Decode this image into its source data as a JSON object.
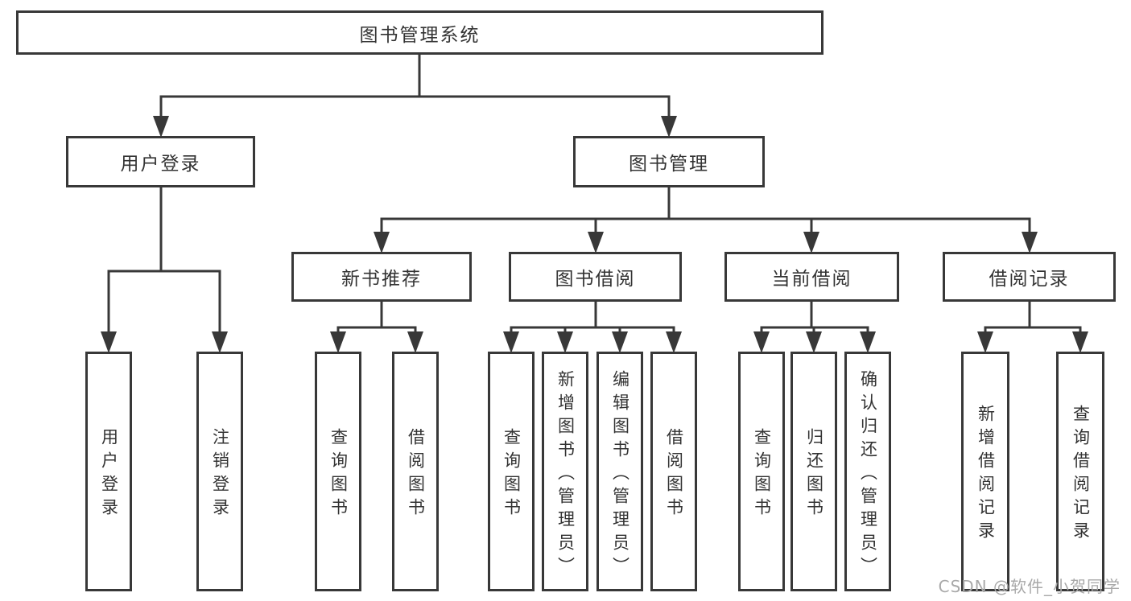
{
  "tree": {
    "root": {
      "label": "图书管理系统",
      "children": [
        {
          "label": "用户登录",
          "children": [
            {
              "label": "用户登录"
            },
            {
              "label": "注销登录"
            }
          ]
        },
        {
          "label": "图书管理",
          "children": [
            {
              "label": "新书推荐",
              "children": [
                {
                  "label": "查询图书"
                },
                {
                  "label": "借阅图书"
                }
              ]
            },
            {
              "label": "图书借阅",
              "children": [
                {
                  "label": "查询图书"
                },
                {
                  "label": "新增图书（管理员）"
                },
                {
                  "label": "编辑图书（管理员）"
                },
                {
                  "label": "借阅图书"
                }
              ]
            },
            {
              "label": "当前借阅",
              "children": [
                {
                  "label": "查询图书"
                },
                {
                  "label": "归还图书"
                },
                {
                  "label": "确认归还（管理员）"
                }
              ]
            },
            {
              "label": "借阅记录",
              "children": [
                {
                  "label": "新增借阅记录"
                },
                {
                  "label": "查询借阅记录"
                }
              ]
            }
          ]
        }
      ]
    }
  },
  "watermark": {
    "text": "CSDN @软件_小贺同学"
  },
  "colors": {
    "line": "#383838",
    "text": "#333333",
    "watermark": "#a9a9a9",
    "background": "#ffffff"
  }
}
